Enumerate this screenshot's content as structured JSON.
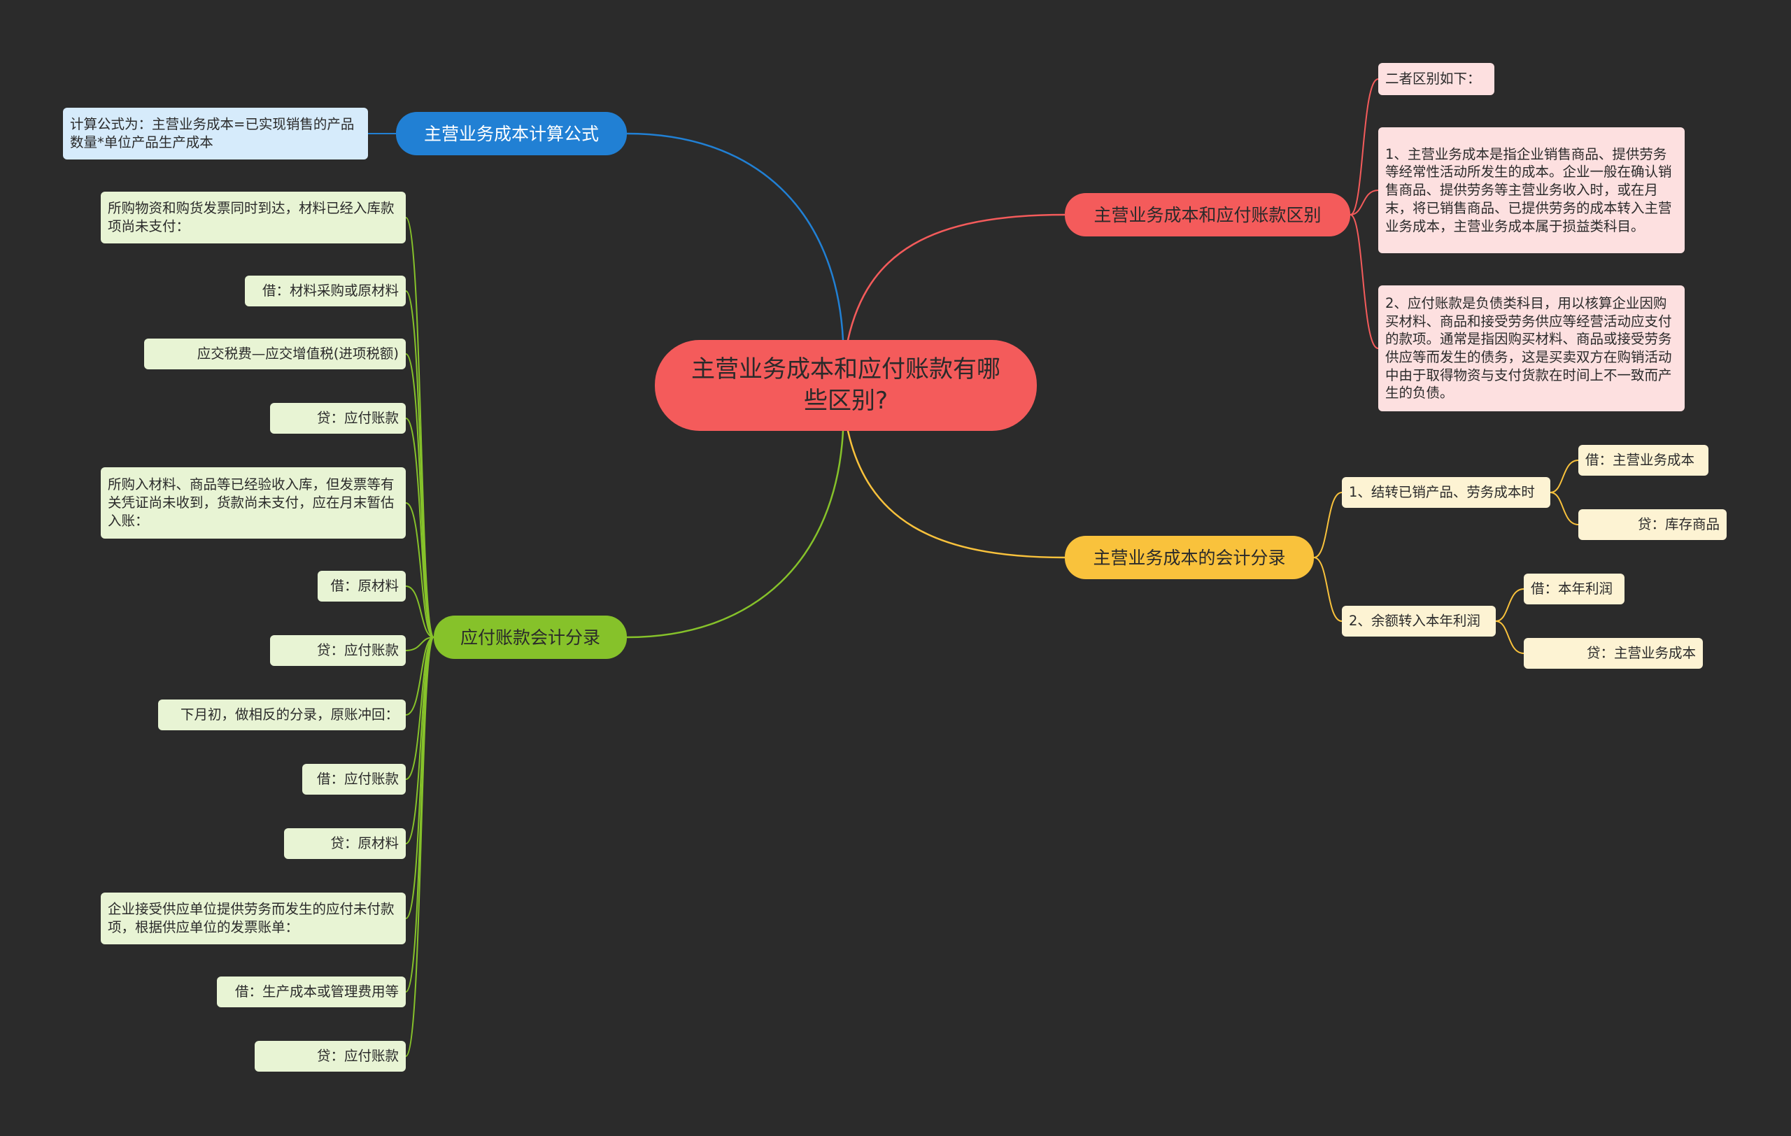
{
  "colors": {
    "background": "#2b2b2b",
    "root": "#f45b5b",
    "blue": "#2180d4",
    "red": "#f45b5b",
    "green": "#86c22a",
    "yellow": "#f9c23c"
  },
  "root": {
    "title": "主营业务成本和应付账款有哪些区别?"
  },
  "blue_branch": {
    "label": "主营业务成本计算公式",
    "leaf": "计算公式为：主营业务成本=已实现销售的产品数量*单位产品生产成本"
  },
  "red_branch": {
    "label": "主营业务成本和应付账款区别",
    "items": [
      "二者区别如下：",
      "1、主营业务成本是指企业销售商品、提供劳务等经常性活动所发生的成本。企业一般在确认销售商品、提供劳务等主营业务收入时，或在月末，将已销售商品、已提供劳务的成本转入主营业务成本，主营业务成本属于损益类科目。",
      "2、应付账款是负债类科目，用以核算企业因购买材料、商品和接受劳务供应等经营活动应支付的款项。通常是指因购买材料、商品或接受劳务供应等而发生的债务，这是买卖双方在购销活动中由于取得物资与支付货款在时间上不一致而产生的负债。"
    ]
  },
  "yellow_branch": {
    "label": "主营业务成本的会计分录",
    "sub1": {
      "label": "1、结转已销产品、劳务成本时",
      "items": [
        "借：主营业务成本",
        "贷：库存商品"
      ]
    },
    "sub2": {
      "label": "2、余额转入本年利润",
      "items": [
        "借：本年利润",
        "贷：主营业务成本"
      ]
    }
  },
  "green_branch": {
    "label": "应付账款会计分录",
    "items": [
      "所购物资和购货发票同时到达，材料已经入库款项尚未支付：",
      "借：材料采购或原材料",
      "应交税费—应交增值税(进项税额)",
      "贷：应付账款",
      "所购入材料、商品等已经验收入库，但发票等有关凭证尚未收到，货款尚未支付，应在月末暂估入账：",
      "借：原材料",
      "贷：应付账款",
      "下月初，做相反的分录，原账冲回：",
      "借：应付账款",
      "贷：原材料",
      "企业接受供应单位提供劳务而发生的应付未付款项，根据供应单位的发票账单：",
      "借：生产成本或管理费用等",
      "贷：应付账款"
    ]
  }
}
